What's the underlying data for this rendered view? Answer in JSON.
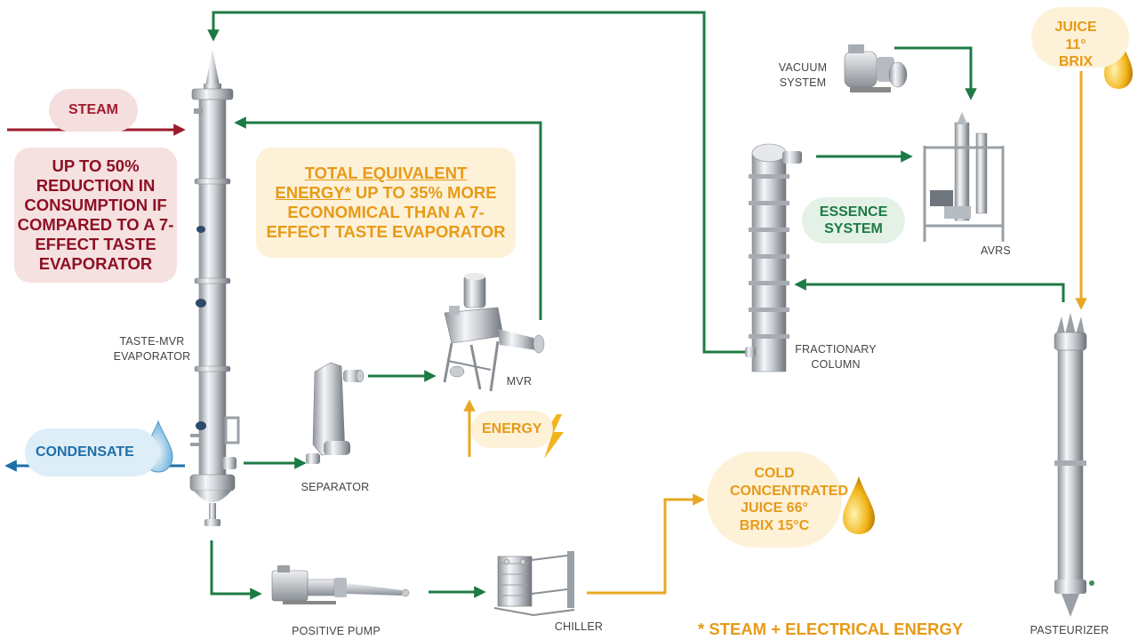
{
  "bubbles": {
    "steam": "STEAM",
    "reduction": "UP TO 50% REDUCTION IN CONSUMPTION IF COMPARED TO A 7-EFFECT TASTE EVAPORATOR",
    "total_energy_underlined": "TOTAL EQUIVALENT ENERGY*",
    "total_energy_rest": " UP TO 35% MORE ECONOMICAL THAN A 7-EFFECT TASTE EVAPORATOR",
    "essence_system": "ESSENCE SYSTEM",
    "condensate": "CONDENSATE",
    "energy": "ENERGY",
    "cold_juice": "COLD CONCENTRATED JUICE 66° BRIX 15°C",
    "juice_in": "JUICE 11° BRIX"
  },
  "labels": {
    "evaporator": "TASTE-MVR EVAPORATOR",
    "separator": "SEPARATOR",
    "mvr": "MVR",
    "vacuum": "VACUUM SYSTEM",
    "avrs": "AVRS",
    "column": "FRACTIONARY COLUMN",
    "pump": "POSITIVE PUMP",
    "chiller": "CHILLER",
    "pasteurizer": "PASTEURIZER"
  },
  "footnote": "* STEAM + ELECTRICAL ENERGY",
  "colors": {
    "green_flow": "#1d7a44",
    "steam_flow": "#9c1b2a",
    "condensate_flow": "#1f6ea8",
    "juice_flow": "#e8a823",
    "accent_orange": "#e79a17"
  },
  "icons": {
    "drop_water": "water-drop-icon",
    "drop_juice": "juice-drop-icon",
    "energy": "lightning-icon"
  }
}
